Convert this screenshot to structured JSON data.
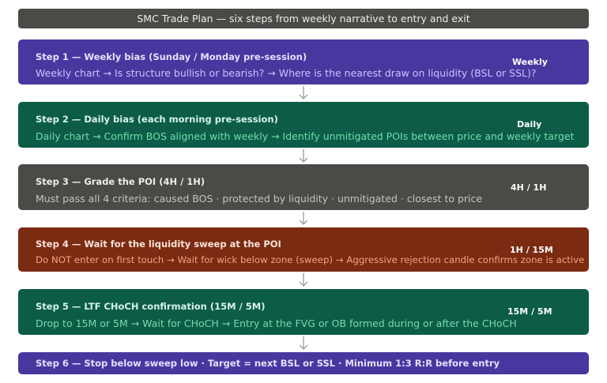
{
  "header": {
    "title": "SMC Trade Plan — six steps from weekly narrative to entry and exit"
  },
  "steps": [
    {
      "title": "Step 1 — Weekly bias (Sunday / Monday pre-session)",
      "desc": "Weekly chart → Is structure bullish or bearish? → Where is the nearest draw on liquidity (BSL or SSL)?",
      "timeframe": "Weekly",
      "color": "#4937a0"
    },
    {
      "title": "Step 2 — Daily bias (each morning pre-session)",
      "desc": "Daily chart → Confirm BOS aligned with weekly → Identify unmitigated POIs between price and weekly target",
      "timeframe": "Daily",
      "color": "#0c5c47"
    },
    {
      "title": "Step 3 — Grade the POI (4H / 1H)",
      "desc": "Must pass all 4 criteria: caused BOS · protected by liquidity · unmitigated · closest to price",
      "timeframe": "4H / 1H",
      "color": "#4a4a47"
    },
    {
      "title": "Step 4 — Wait for the liquidity sweep at the POI",
      "desc": "Do NOT enter on first touch → Wait for wick below zone (sweep) → Aggressive rejection candle confirms zone is active",
      "timeframe": "1H / 15M",
      "color": "#7a2b12"
    },
    {
      "title": "Step 5 — LTF CHoCH confirmation (15M / 5M)",
      "desc": "Drop to 15M or 5M → Wait for CHoCH → Entry at the FVG or OB formed during or after the CHoCH",
      "timeframe": "15M / 5M",
      "color": "#0c5c47"
    },
    {
      "title": "Step 6 — Stop below sweep low · Target = next BSL or SSL · Minimum 1:3 R:R before entry",
      "color": "#4937a0"
    }
  ],
  "arrow_icon": "arrow-down-icon"
}
